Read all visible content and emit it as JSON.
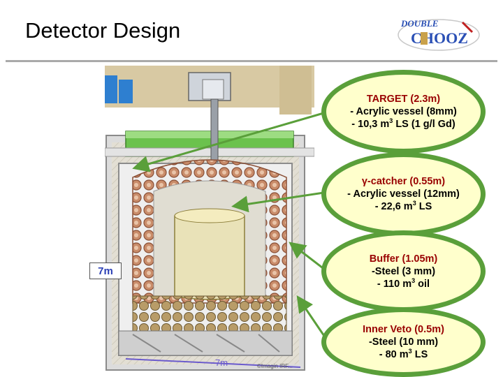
{
  "title": "Detector Design",
  "logo": {
    "text_top": "DOUBLE",
    "text_main": "CHOOZ"
  },
  "dimension_labels": {
    "height": "7m",
    "width": "7m"
  },
  "image_credit": "©Imagin IRF...",
  "callouts": [
    {
      "head": "TARGET (2.3m)",
      "line1": "- Acrylic vessel (8mm)",
      "line2_pre": "- 10,3 m",
      "line2_sup": "3",
      "line2_post": " LS (1 g/l Gd)"
    },
    {
      "head": "γ-catcher (0.55m)",
      "line1": "- Acrylic vessel (12mm)",
      "line2_pre": "- 22,6 m",
      "line2_sup": "3",
      "line2_post": " LS"
    },
    {
      "head": "Buffer (1.05m)",
      "line1": "-Steel (3 mm)",
      "line2_pre": "- 110 m",
      "line2_sup": "3",
      "line2_post": " oil"
    },
    {
      "head": "Inner Veto (0.5m)",
      "line1": "-Steel (10 mm)",
      "line2_pre": "- 80 m",
      "line2_sup": "3",
      "line2_post": " LS"
    }
  ],
  "colors": {
    "bubble_border": "#5a9f3a",
    "bubble_fill": "#ffffcc",
    "head_text": "#990000",
    "arrow": "#5a9f3a",
    "label_text": "#2b3fb5"
  }
}
